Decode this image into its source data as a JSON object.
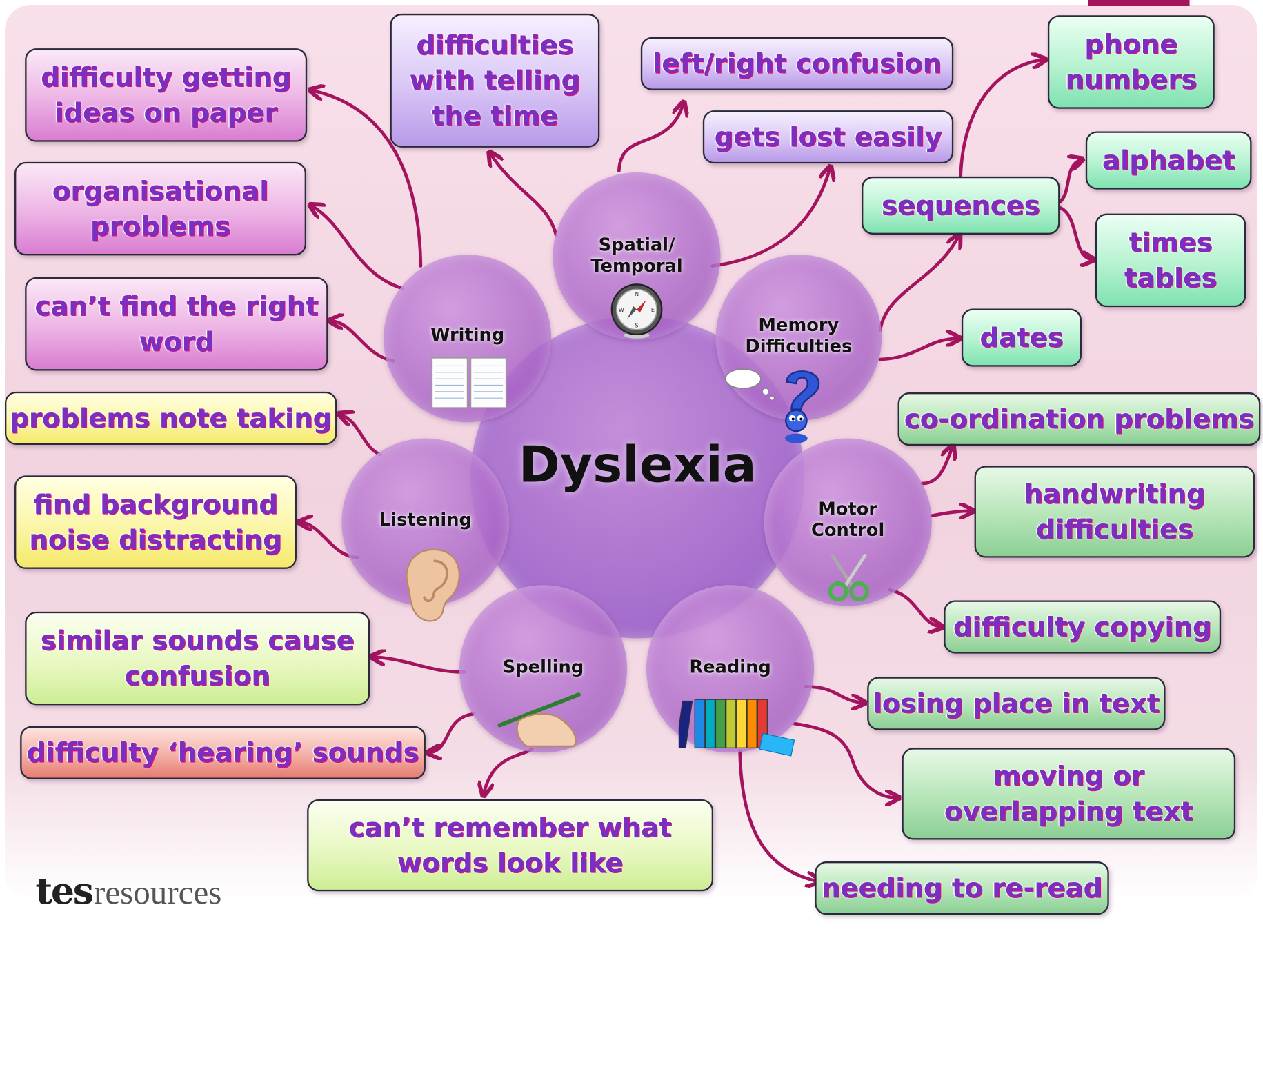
{
  "center": {
    "title": "Dyslexia"
  },
  "categories": {
    "spatial": "Spatial/\nTemporal",
    "memory": "Memory\nDifficulties",
    "writing": "Writing",
    "listening": "Listening",
    "motor": "Motor\nControl",
    "spelling": "Spelling",
    "reading": "Reading"
  },
  "boxes": {
    "ideas_on_paper": "difficulty getting\nideas on paper",
    "organisational": "organisational\nproblems",
    "right_word": "can’t find the right\nword",
    "telling_time": "difficulties\nwith telling\nthe time",
    "left_right": "left/right confusion",
    "gets_lost": "gets lost easily",
    "phone_numbers": "phone\nnumbers",
    "alphabet": "alphabet",
    "sequences": "sequences",
    "times_tables": "times\ntables",
    "dates": "dates",
    "note_taking": "problems note taking",
    "background_noise": "find background\nnoise distracting",
    "coordination": "co-ordination problems",
    "handwriting": "handwriting\ndifficulties",
    "copying": "difficulty copying",
    "similar_sounds": "similar sounds cause\nconfusion",
    "hearing_sounds": "difficulty ‘hearing’ sounds",
    "losing_place": "losing place in text",
    "moving_text": "moving or\noverlapping text",
    "remember_words": "can’t remember what\nwords look like",
    "re_read": "needing to re-read"
  },
  "icons": {
    "spatial": "compass-icon",
    "memory": "question-mark-character-icon",
    "writing": "notebook-icon",
    "listening": "ear-icon",
    "motor": "scissors-icon",
    "spelling": "hand-writing-icon",
    "reading": "books-icon"
  },
  "colors": {
    "arrow": "#a3135e",
    "box_text": "#7a2fc0",
    "box_text_outline": "#d4137a",
    "circle": "#b577cf"
  },
  "logo": {
    "brand": "tes",
    "word": "resources"
  }
}
